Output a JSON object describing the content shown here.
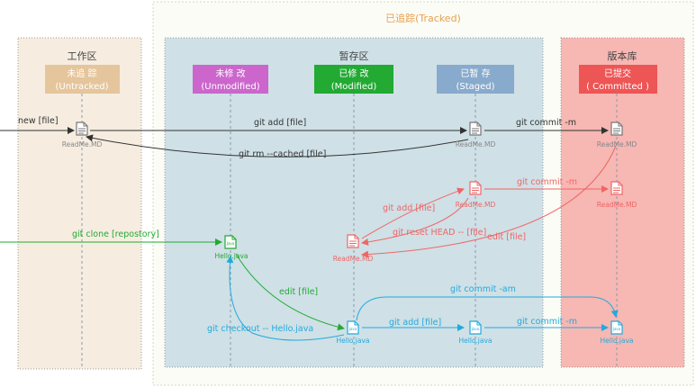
{
  "tracked_title": "已追踪(Tracked)",
  "zones": {
    "workspace": "工作区",
    "stage": "暂存区",
    "repo": "版本库"
  },
  "states": {
    "untracked": {
      "zh": "未追 踪",
      "en": "(Untracked)",
      "color": "#E5C59B"
    },
    "unmodified": {
      "zh": "未修 改",
      "en": "(Unmodified)",
      "color": "#CC66CC"
    },
    "modified": {
      "zh": "已修 改",
      "en": "(Modified)",
      "color": "#22AA33"
    },
    "staged": {
      "zh": "已暂 存",
      "en": "(Staged)",
      "color": "#88AACC"
    },
    "committed": {
      "zh": "已提交",
      "en": "( Committed )",
      "color": "#EE5555"
    }
  },
  "files": {
    "readme": "ReadMe.MD",
    "hello": "Hello.java"
  },
  "commands": {
    "new_file": "new [file]",
    "git_add_1": "git add [file]",
    "git_commit_1": "git commit -m",
    "git_rm_cached": "git rm --cached [file]",
    "git_commit_2": "git commit -m",
    "git_add_2": "git add [file]",
    "git_reset": "git reset HEAD -- [file]",
    "edit_1": "edit [file]",
    "git_clone": "git clone [repostory]",
    "edit_2": "edit [file]",
    "git_commit_am": "git commit -am",
    "git_checkout": "git checkout -- Hello.java",
    "git_add_3": "git add [file]",
    "git_commit_3": "git commit -m"
  },
  "colors": {
    "black_flow": "#333333",
    "red_flow": "#EE6666",
    "green_flow": "#22AA33",
    "blue_flow": "#22AADD"
  }
}
